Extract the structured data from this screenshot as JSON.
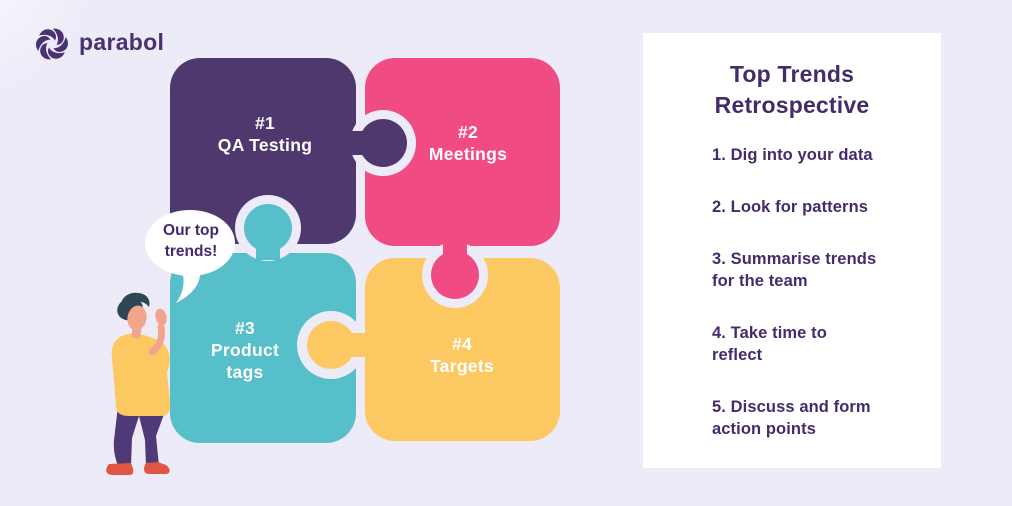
{
  "brand": {
    "name": "parabol",
    "logo_icon": "parabol-swirl-icon"
  },
  "speech_bubble": {
    "lines": [
      "Our top",
      "trends!"
    ]
  },
  "puzzle": {
    "pieces": [
      {
        "rank": "#1",
        "label": "QA Testing",
        "label_lines": [
          "QA Testing"
        ],
        "color": "#4E386E"
      },
      {
        "rank": "#2",
        "label": "Meetings",
        "label_lines": [
          "Meetings"
        ],
        "color": "#F04B82"
      },
      {
        "rank": "#3",
        "label": "Product tags",
        "label_lines": [
          "Product",
          "tags"
        ],
        "color": "#56BFCA"
      },
      {
        "rank": "#4",
        "label": "Targets",
        "label_lines": [
          "Targets"
        ],
        "color": "#FCC862"
      }
    ]
  },
  "card": {
    "title_lines": [
      "Top Trends",
      "Retrospective"
    ],
    "steps": [
      {
        "lines": [
          "1. Dig into your data"
        ]
      },
      {
        "lines": [
          "2. Look for patterns"
        ]
      },
      {
        "lines": [
          "3. Summarise trends",
          "for the team"
        ]
      },
      {
        "lines": [
          "4. Take time to",
          "reflect"
        ]
      },
      {
        "lines": [
          "5. Discuss and form",
          "action points"
        ]
      }
    ]
  },
  "colors": {
    "background": "#EDEBF7",
    "card_background": "#FFFFFF",
    "text_dark_purple": "#442C6B",
    "brand_purple": "#4A3272",
    "piece_purple": "#4E386E",
    "piece_pink": "#F04B82",
    "piece_teal": "#56BFCA",
    "piece_yellow": "#FCC862",
    "label_text": "#FFFFFF",
    "skin": "#F2A58D",
    "hair": "#2E4756",
    "pants": "#4D3A77",
    "shoes": "#E05543"
  }
}
